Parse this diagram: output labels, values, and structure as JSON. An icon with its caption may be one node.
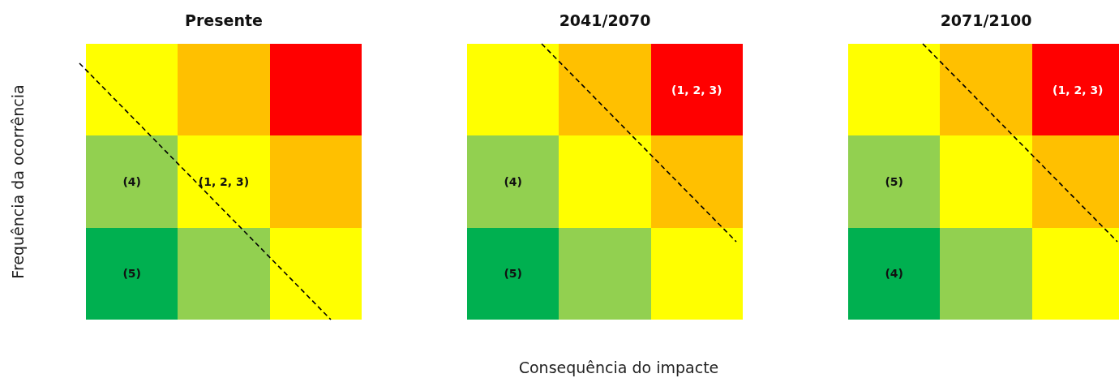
{
  "diagram": {
    "nodes": [
      {
        "text": [
          "Presente"
        ]
      },
      {
        "text": [],
        "shape": "box",
        "in": 0
      },
      {
        "text": [],
        "shape": "box",
        "in": 0
      },
      {
        "text": [],
        "shape": "box",
        "in": 0
      },
      {
        "text": [
          "(4)"
        ],
        "in": 0
      },
      {
        "text": [
          "(1, 2, 3)"
        ],
        "in": 0
      },
      {
        "text": [],
        "shape": "box",
        "in": 0
      },
      {
        "text": [
          "(5)"
        ],
        "in": 0
      },
      {
        "text": [],
        "shape": "box",
        "in": 0
      },
      {
        "text": [],
        "shape": "box",
        "in": 0
      },
      {
        "text": [
          "2041/2070"
        ]
      },
      {
        "text": [],
        "shape": "box",
        "in": 10
      },
      {
        "text": [],
        "shape": "box",
        "in": 10
      },
      {
        "text": [
          "(1, 2, 3)"
        ],
        "in": 10
      },
      {
        "text": [
          "(4)"
        ],
        "in": 10
      },
      {
        "text": [],
        "shape": "box",
        "in": 10
      },
      {
        "text": [],
        "shape": "box",
        "in": 10
      },
      {
        "text": [
          "(5)"
        ],
        "in": 10
      },
      {
        "text": [],
        "shape": "box",
        "in": 10
      },
      {
        "text": [],
        "shape": "box",
        "in": 10
      },
      {
        "text": [
          "2071/2100"
        ]
      },
      {
        "text": [],
        "shape": "box",
        "in": 20
      },
      {
        "text": [],
        "shape": "box",
        "in": 20
      },
      {
        "text": [
          "(1, 2, 3)"
        ],
        "in": 20
      },
      {
        "text": [
          "(5)"
        ],
        "in": 20
      },
      {
        "text": [],
        "shape": "box",
        "in": 20
      },
      {
        "text": [],
        "shape": "box",
        "in": 20
      },
      {
        "text": [
          "(4)"
        ],
        "in": 20
      },
      {
        "text": [],
        "shape": "box",
        "in": 20
      },
      {
        "text": [],
        "shape": "box",
        "in": 20
      }
    ],
    "edges": [],
    "labels": [
      "Frequência da ocorrência",
      "Consequência do impacte"
    ]
  }
}
